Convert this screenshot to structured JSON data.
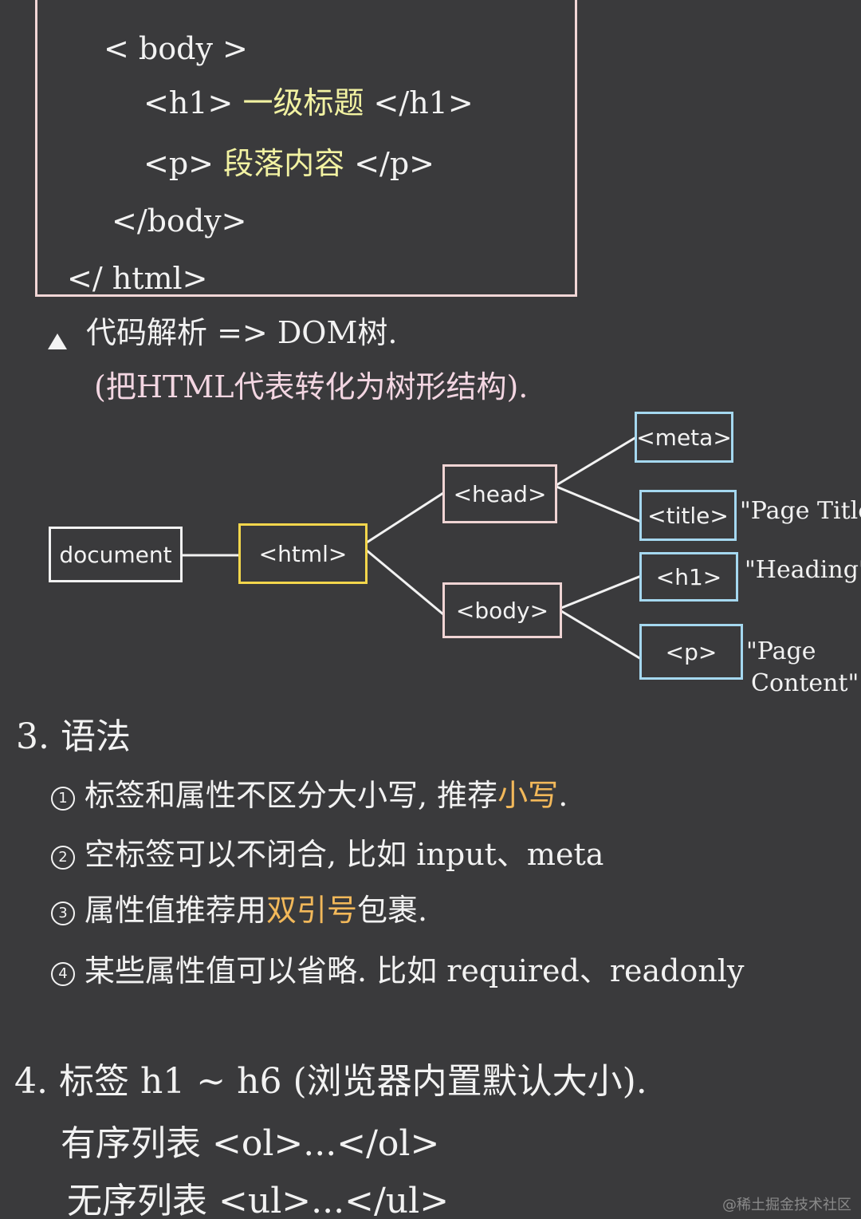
{
  "code": {
    "body_open": "< body >",
    "h1_open": "<h1>",
    "h1_text": "一级标题",
    "h1_close": "</h1>",
    "p_open": "<p>",
    "p_text": "段落内容",
    "p_close": "</p>",
    "body_close": "</body>",
    "html_close": "</ html>"
  },
  "parse": {
    "title": "代码解析  =>  DOM树.",
    "subtitle": "(把HTML代表转化为树形结构)."
  },
  "tree": {
    "document": "document",
    "html": "<html>",
    "head": "<head>",
    "body": "<body>",
    "meta": "<meta>",
    "title": "<title>",
    "h1": "<h1>",
    "p": "<p>",
    "title_text": "\"Page Title\"",
    "h1_text": "\"Heading\"",
    "p_text_line1": "\"Page",
    "p_text_line2": "Content\""
  },
  "syntax": {
    "heading": "3. 语法",
    "items": [
      {
        "num": "1",
        "text": "标签和属性不区分大小写, 推荐",
        "highlight": "小写",
        "tail": "."
      },
      {
        "num": "2",
        "text": "空标签可以不闭合, 比如 input、meta",
        "highlight": "",
        "tail": ""
      },
      {
        "num": "3",
        "text": "属性值推荐用",
        "highlight": "双引号",
        "tail": "包裹."
      },
      {
        "num": "4",
        "text": "某些属性值可以省略. 比如 required、readonly",
        "highlight": "",
        "tail": ""
      }
    ]
  },
  "tags": {
    "heading": "4. 标签  h1 ~ h6  (浏览器内置默认大小).",
    "ol": "有序列表  <ol>...</ol>",
    "ul": "无序列表  <ul>...</ul>"
  },
  "watermark": "@稀土掘金技术社区",
  "colors": {
    "background": "#3a3a3c",
    "yellow_text": "#f2f2a2",
    "pink_text": "#f3d6e2",
    "orange_text": "#f2b85a",
    "html_box": "#f3d64c",
    "head_body_box": "#f0d4d4",
    "leaf_box": "#a5d8f0"
  }
}
